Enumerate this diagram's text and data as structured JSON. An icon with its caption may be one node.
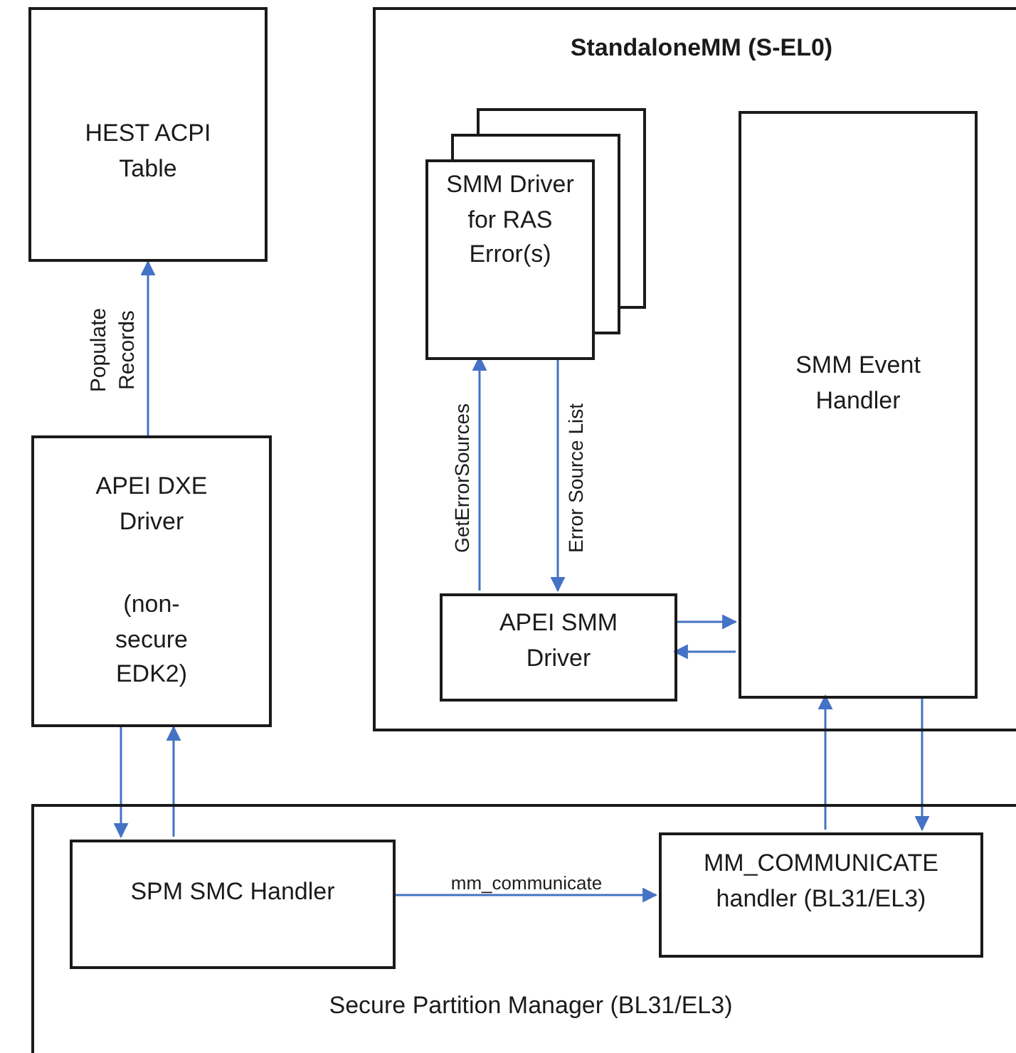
{
  "diagram": {
    "nodes": [
      {
        "text": [
          "HEST ACPI Table"
        ]
      },
      {
        "text": [
          "APEI DXE Driver",
          "(non-secure EDK2)"
        ]
      },
      {
        "text": [
          "StandaloneMM (S-EL0)"
        ]
      },
      {
        "text": [
          "SMM Driver for RAS Error(s)"
        ],
        "in": 2
      },
      {
        "text": [
          "SMM Event Handler"
        ],
        "in": 2
      },
      {
        "text": [
          "APEI SMM Driver"
        ],
        "in": 2
      },
      {
        "text": [
          "Secure Partition Manager (BL31/EL3)"
        ]
      },
      {
        "text": [
          "SPM SMC Handler"
        ],
        "in": 6
      },
      {
        "text": [
          "MM_COMMUNICATE handler (BL31/EL3)"
        ],
        "in": 6
      }
    ],
    "edges": [
      {
        "from": 1,
        "to": 0,
        "arrow": "to",
        "label": "Populate Records"
      },
      {
        "from": 5,
        "to": 3,
        "arrow": "to",
        "label": "GetErrorSources"
      },
      {
        "from": 3,
        "to": 5,
        "arrow": "to",
        "label": "Error Source List"
      },
      {
        "from": 5,
        "to": 4,
        "arrow": "to"
      },
      {
        "from": 4,
        "to": 5,
        "arrow": "to"
      },
      {
        "from": 1,
        "to": 7,
        "arrow": "to"
      },
      {
        "from": 7,
        "to": 1,
        "arrow": "to"
      },
      {
        "from": 7,
        "to": 8,
        "arrow": "to",
        "label": "mm_communicate"
      },
      {
        "from": 8,
        "to": 4,
        "arrow": "to"
      },
      {
        "from": 4,
        "to": 8,
        "arrow": "to"
      }
    ]
  }
}
